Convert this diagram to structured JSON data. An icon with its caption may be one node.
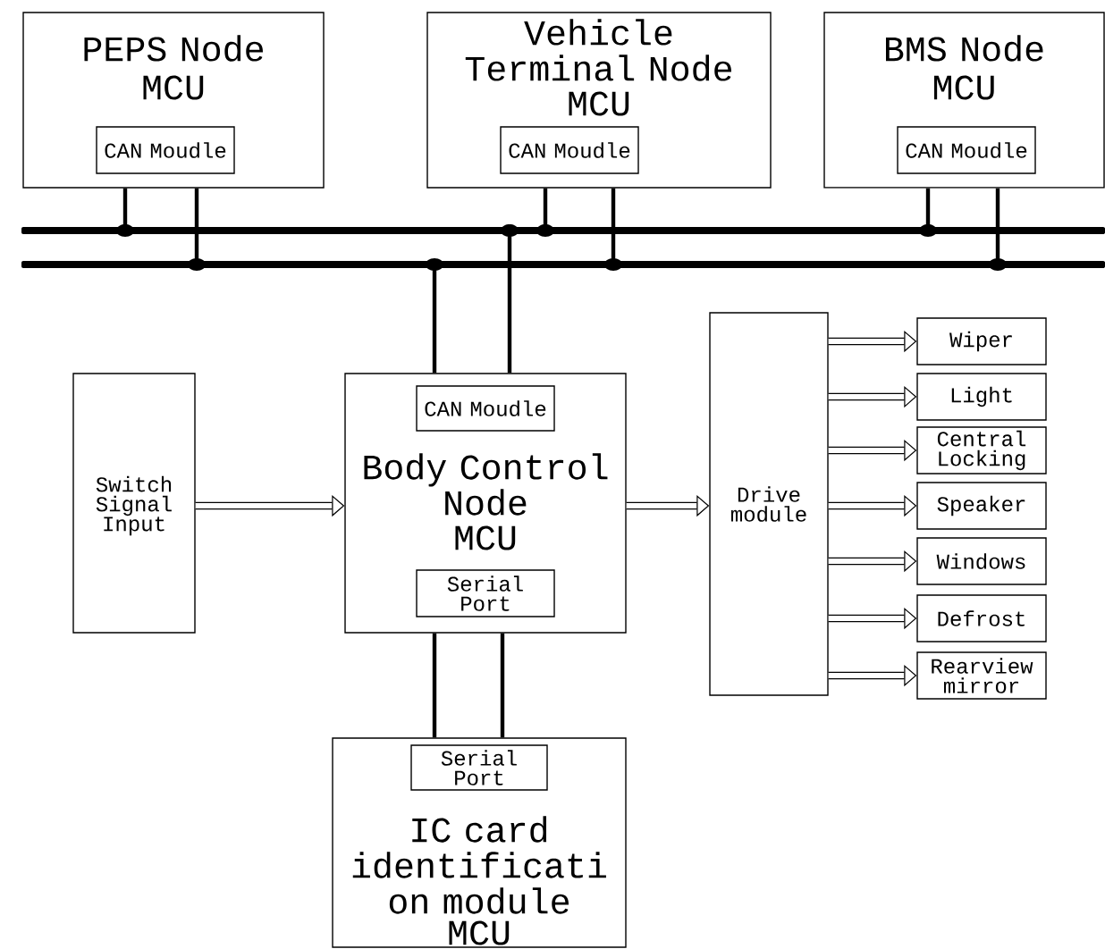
{
  "diagram": {
    "nodes": [
      {
        "text": [
          "PEPS Node",
          "MCU"
        ]
      },
      {
        "text": [
          "CAN Moudle"
        ],
        "in": 0
      },
      {
        "text": [
          "Vehicle Terminal Node",
          "MCU"
        ]
      },
      {
        "text": [
          "CAN Moudle"
        ],
        "in": 2
      },
      {
        "text": [
          "BMS Node",
          "MCU"
        ]
      },
      {
        "text": [
          "CAN Moudle"
        ],
        "in": 4
      },
      {
        "text": [],
        "shape": "bar"
      },
      {
        "text": [],
        "shape": "bar"
      },
      {
        "text": [
          "Switch Signal Input"
        ]
      },
      {
        "text": [
          "Body Control Node",
          "MCU"
        ]
      },
      {
        "text": [
          "CAN Moudle"
        ],
        "in": 9
      },
      {
        "text": [
          "Serial Port"
        ],
        "in": 9
      },
      {
        "text": [
          "Drive module"
        ]
      },
      {
        "text": [
          "Wiper"
        ]
      },
      {
        "text": [
          "Light"
        ]
      },
      {
        "text": [
          "Central Locking"
        ]
      },
      {
        "text": [
          "Speaker"
        ]
      },
      {
        "text": [
          "Windows"
        ]
      },
      {
        "text": [
          "Defrost"
        ]
      },
      {
        "text": [
          "Rearview mirror"
        ]
      },
      {
        "text": [
          "IC card identificati on module",
          "MCU"
        ]
      },
      {
        "text": [
          "Serial Port"
        ],
        "in": 20
      }
    ],
    "edges": [
      {
        "from": 0,
        "to": 6,
        "arrow": "other"
      },
      {
        "from": 0,
        "to": 7,
        "arrow": "other"
      },
      {
        "from": 2,
        "to": 6,
        "arrow": "other"
      },
      {
        "from": 2,
        "to": 7,
        "arrow": "other"
      },
      {
        "from": 4,
        "to": 6,
        "arrow": "other"
      },
      {
        "from": 4,
        "to": 7,
        "arrow": "other"
      },
      {
        "from": 9,
        "to": 7,
        "arrow": "other"
      },
      {
        "from": 9,
        "to": 6,
        "arrow": "other"
      },
      {
        "from": 8,
        "to": 9,
        "arrow": "to",
        "style": "thick"
      },
      {
        "from": 9,
        "to": 12,
        "arrow": "to",
        "style": "thick"
      },
      {
        "from": 12,
        "to": 13,
        "arrow": "to",
        "style": "thick"
      },
      {
        "from": 12,
        "to": 14,
        "arrow": "to",
        "style": "thick"
      },
      {
        "from": 12,
        "to": 15,
        "arrow": "to",
        "style": "thick"
      },
      {
        "from": 12,
        "to": 16,
        "arrow": "to",
        "style": "thick"
      },
      {
        "from": 12,
        "to": 17,
        "arrow": "to",
        "style": "thick"
      },
      {
        "from": 12,
        "to": 18,
        "arrow": "to",
        "style": "thick"
      },
      {
        "from": 12,
        "to": 19,
        "arrow": "to",
        "style": "thick"
      },
      {
        "from": 9,
        "to": 20,
        "arrow": "none"
      },
      {
        "from": 9,
        "to": 20,
        "arrow": "none"
      }
    ]
  }
}
